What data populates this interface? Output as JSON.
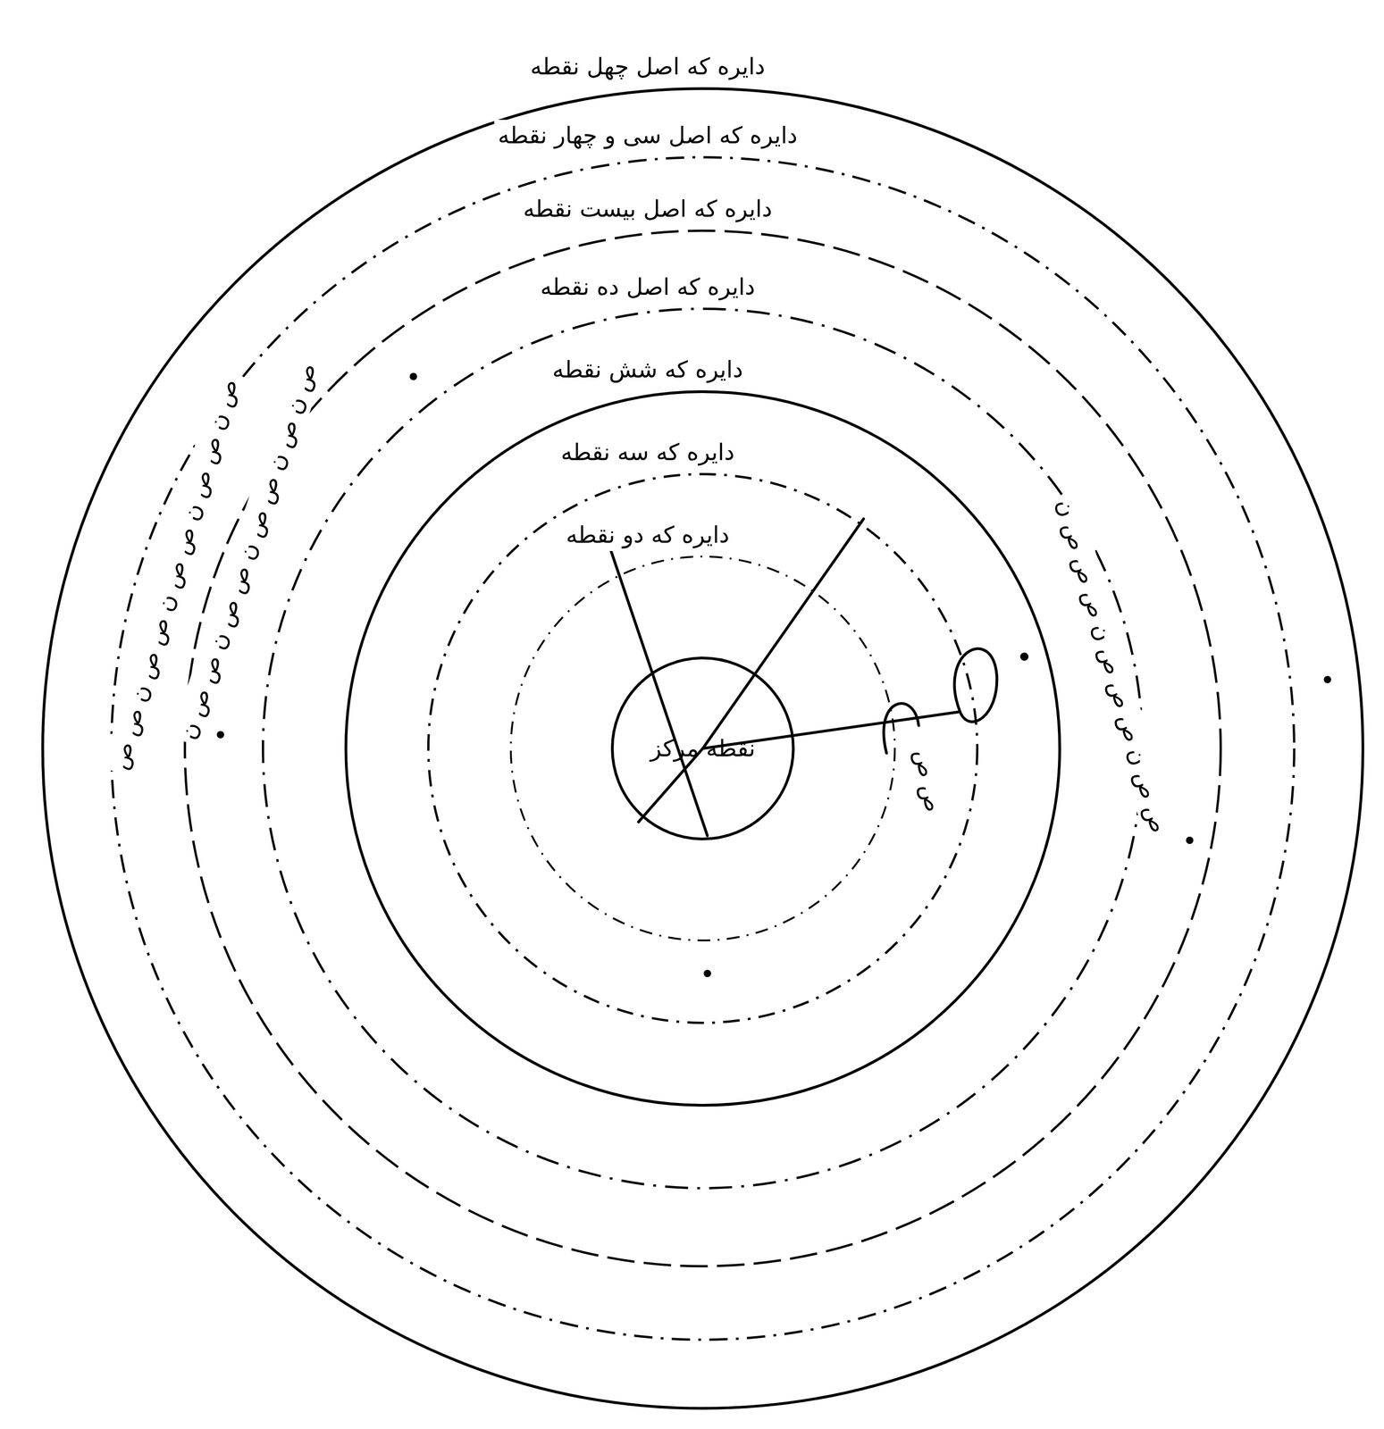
{
  "diagram": {
    "nodes": [
      {
        "text": [
          "دایره که اصل چهل نقطه"
        ]
      },
      {
        "text": [
          "دایره که اصل سی و چهار نقطه"
        ],
        "in": 0
      },
      {
        "text": [
          "دایره که اصل بیست نقطه"
        ],
        "in": 1
      },
      {
        "text": [
          "دایره که اصل ده نقطه"
        ],
        "in": 2
      },
      {
        "text": [
          "دایره که شش نقطه"
        ],
        "in": 3
      },
      {
        "text": [
          "دایره که سه نقطه"
        ],
        "in": 4
      },
      {
        "text": [
          "دایره که دو نقطه"
        ],
        "in": 5
      },
      {
        "text": [
          "نقطه مرکز"
        ],
        "in": 6
      }
    ],
    "labels": [
      "ص ن ص ص ن ص ص ن ص ص ن ص ص",
      "ص ن ص ن ص ص ن ص ص ن ص ص ن",
      "ص ص ن ص ص ص ن ص ص ص ن",
      "ص ص"
    ]
  }
}
